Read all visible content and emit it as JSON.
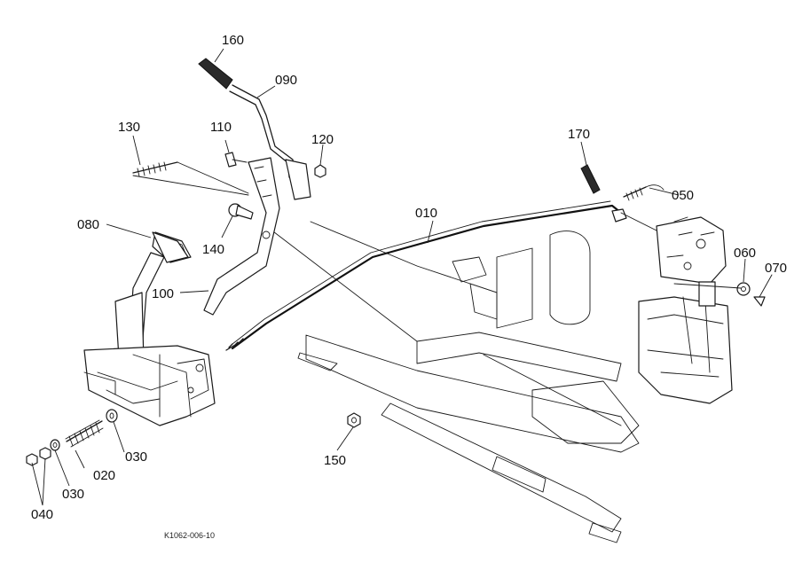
{
  "diagram": {
    "figure_code": "K1062-006-10",
    "parts": [
      {
        "id": "p010",
        "label": "010"
      },
      {
        "id": "p020",
        "label": "020"
      },
      {
        "id": "p030a",
        "label": "030"
      },
      {
        "id": "p030b",
        "label": "030"
      },
      {
        "id": "p040",
        "label": "040"
      },
      {
        "id": "p050",
        "label": "050"
      },
      {
        "id": "p060",
        "label": "060"
      },
      {
        "id": "p070",
        "label": "070"
      },
      {
        "id": "p080",
        "label": "080"
      },
      {
        "id": "p090",
        "label": "090"
      },
      {
        "id": "p100",
        "label": "100"
      },
      {
        "id": "p110",
        "label": "110"
      },
      {
        "id": "p120",
        "label": "120"
      },
      {
        "id": "p130",
        "label": "130"
      },
      {
        "id": "p140",
        "label": "140"
      },
      {
        "id": "p150",
        "label": "150"
      },
      {
        "id": "p160",
        "label": "160"
      },
      {
        "id": "p170",
        "label": "170"
      }
    ]
  }
}
